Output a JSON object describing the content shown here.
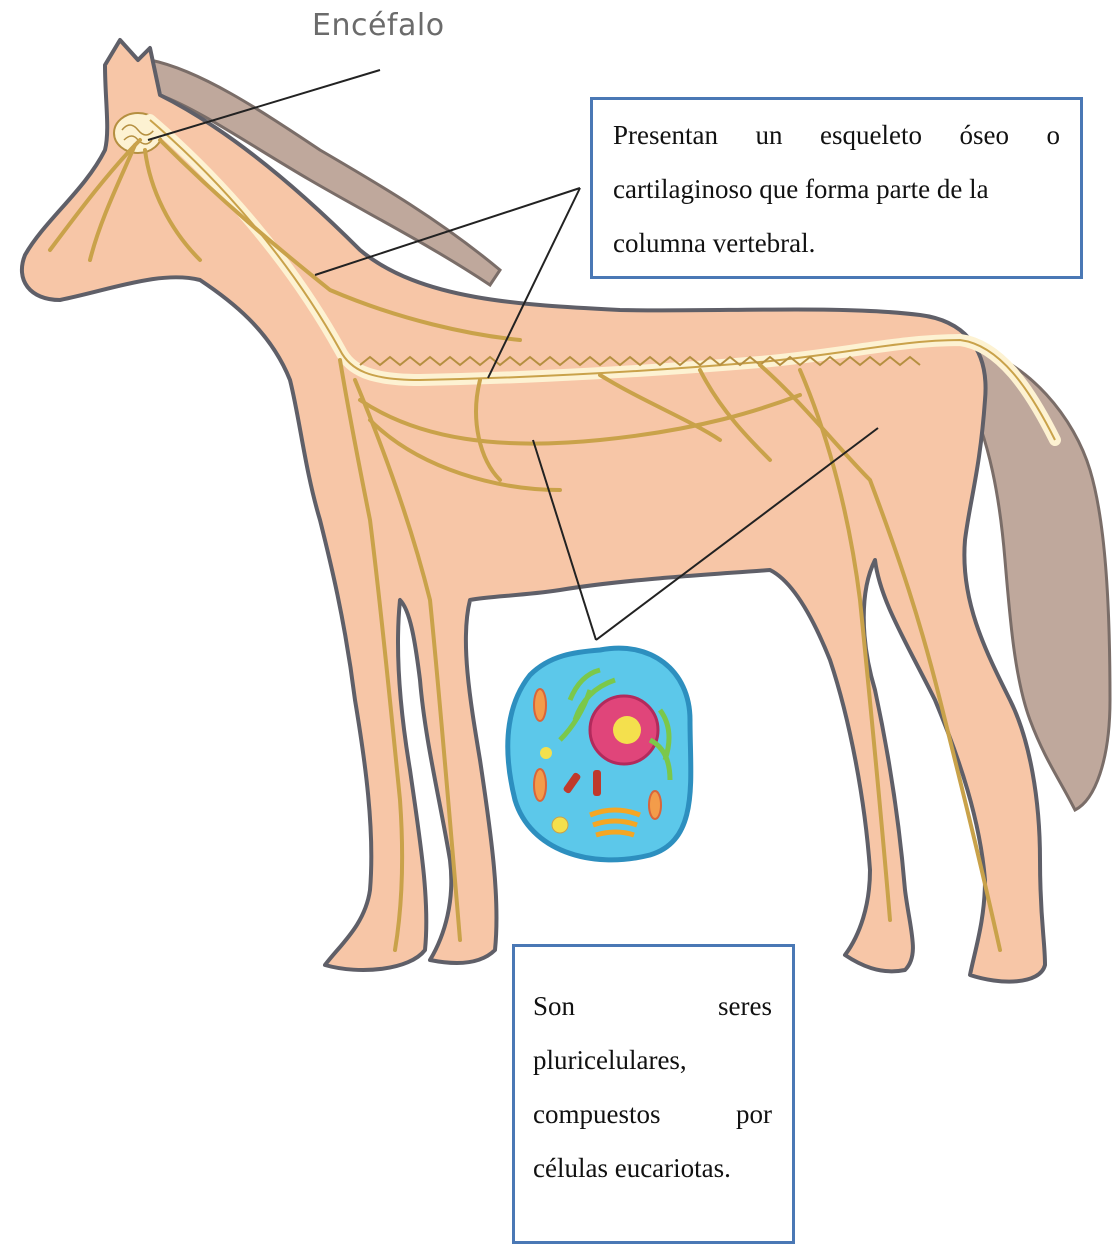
{
  "labels": {
    "brain": "Encéfalo"
  },
  "callouts": {
    "skeleton": {
      "line1": "Presentan un esqueleto óseo o",
      "line2": "cartilaginoso que forma parte de la",
      "line3": "columna vertebral."
    },
    "cells": {
      "line1a": "Son",
      "line1b": "seres",
      "line2": "pluricelulares,",
      "line3a": "compuestos",
      "line3b": "por",
      "line4": "células eucariotas."
    }
  },
  "colors": {
    "body": "#f7c6a7",
    "outline": "#5f5f68",
    "mane": "#bfa89c",
    "nerve": "#c9a24a",
    "spine": "#fdf2d2",
    "callout_border": "#4a78b5",
    "cell_fill": "#5cc8ea",
    "nucleus": "#e0457a"
  }
}
